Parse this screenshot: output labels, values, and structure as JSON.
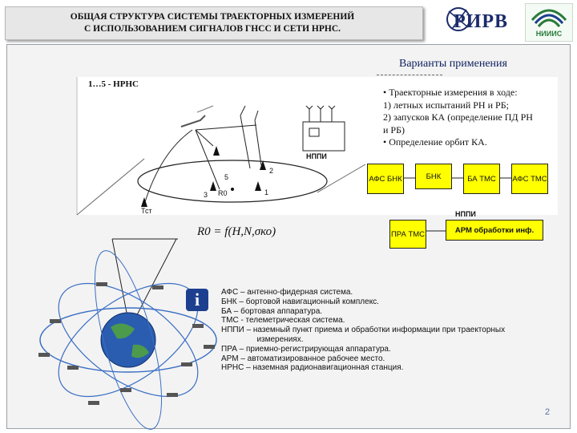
{
  "header": {
    "title_line1": "ОБЩАЯ  СТРУКТУРА   СИСТЕМЫ  ТРАЕКТОРНЫХ ИЗМЕРЕНИЙ",
    "title_line2": "С ИСПОЛЬЗОВАНИЕМ СИГНАЛОВ  ГНСС И СЕТИ НРНС.",
    "logo_left": "РИРВ",
    "logo_right": "НИИИС"
  },
  "variants": {
    "title": "Варианты применения",
    "items": [
      "•   Траекторные измерения в ходе:",
      "1) летных испытаний РН и РБ;",
      "2) запусков КА (определение ПД РН",
      "    и РБ)",
      "•   Определение орбит КА."
    ]
  },
  "scheme": {
    "nrns_label": "1…5 - НРНС",
    "npi_label": "НППИ",
    "tst_label": "Тст",
    "r0_label": "R0",
    "stations": [
      "1",
      "2",
      "3",
      "5"
    ],
    "formula": "R0 = f(H,N,σко)"
  },
  "blocks": {
    "afs_bnk": "АФС БНК",
    "bnk": "БНК",
    "ba_tms": "БА ТМС",
    "afs_tms": "АФС ТМС",
    "nppi": "НППИ",
    "pra_tms": "ПРА ТМС",
    "arm": "АРМ обработки инф."
  },
  "glossary": [
    "АФС – антенно-фидерная система.",
    "БНК – бортовой навигационный комплекс.",
    "БА – бортовая аппаратура.",
    "ТМС - телеметрическая система.",
    "НППИ – наземный пункт  приема и обработки информации при траекторных",
    "                измерениях.",
    "ПРА – приемно-регистрирующая аппаратура.",
    "АРМ – автоматизированное рабочее место.",
    "НРНС – наземная радионавигационная станция."
  ],
  "page_number": "2",
  "colors": {
    "accent_yellow": "#ffff00",
    "title_blue": "#0d1f5e",
    "panel_gray": "#f3f3f3"
  }
}
